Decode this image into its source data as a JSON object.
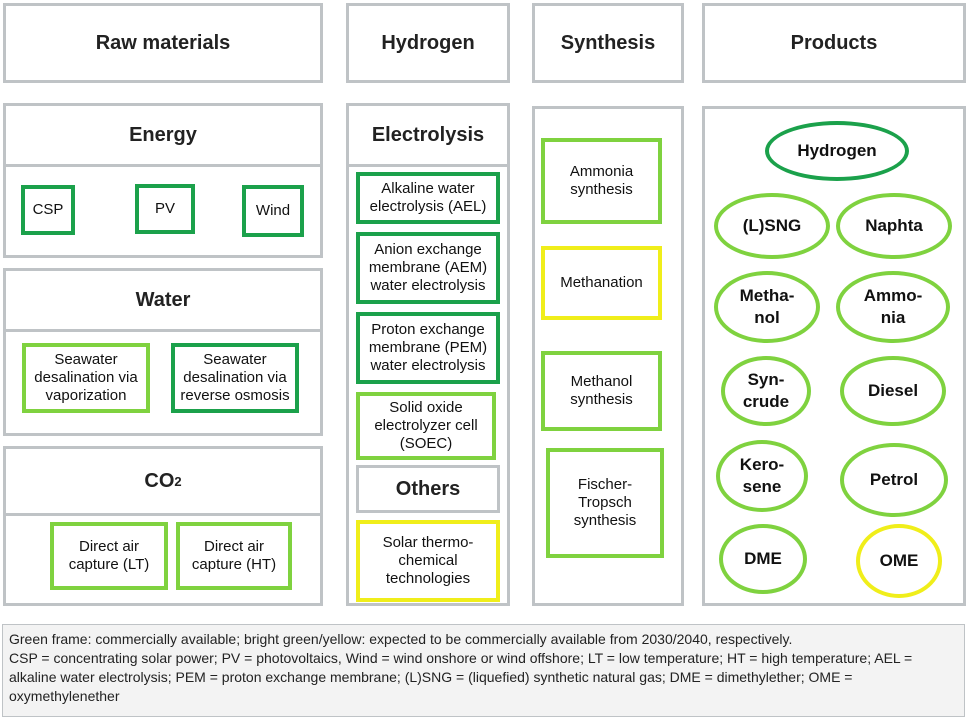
{
  "columns": {
    "raw_materials": "Raw materials",
    "hydrogen": "Hydrogen",
    "synthesis": "Synthesis",
    "products": "Products"
  },
  "energy": {
    "title": "Energy",
    "items": [
      "CSP",
      "PV",
      "Wind"
    ]
  },
  "water": {
    "title": "Water",
    "items": [
      "Seawater\ndesalination via\nvaporization",
      "Seawater\ndesalination via\nreverse osmosis"
    ]
  },
  "co2": {
    "title_main": "CO",
    "title_sub": "2",
    "items": [
      "Direct air\ncapture (LT)",
      "Direct air\ncapture (HT)"
    ]
  },
  "electrolysis": {
    "title": "Electrolysis",
    "items": [
      "Alkaline water\nelectrolysis (AEL)",
      "Anion exchange\nmembrane (AEM)\nwater electrolysis",
      "Proton exchange\nmembrane (PEM)\nwater electrolysis",
      "Solid oxide\nelectrolyzer cell\n(SOEC)"
    ]
  },
  "others": {
    "title": "Others",
    "items": [
      "Solar thermo-\nchemical\ntechnologies"
    ]
  },
  "synthesis_items": [
    "Ammonia\nsynthesis",
    "Methanation",
    "Methanol\nsynthesis",
    "Fischer-\nTropsch\nsynthesis"
  ],
  "products_list": [
    "Hydrogen",
    "(L)SNG",
    "Naphta",
    "Metha-\nnol",
    "Ammo-\nnia",
    "Syn-\ncrude",
    "Diesel",
    "Kero-\nsene",
    "Petrol",
    "DME",
    "OME"
  ],
  "legend": {
    "line1": "Green frame: commercially available; bright green/yellow: expected to be commercially available from 2030/2040, respectively.",
    "line2": "CSP = concentrating solar power; PV = photovoltaics, Wind = wind onshore or wind offshore; LT = low temperature; HT = high temperature; AEL = alkaline water electrolysis; PEM = proton exchange membrane; (L)SNG = (liquefied) synthetic natural gas; DME = dimethylether; OME = oxymethylenether"
  },
  "colors": {
    "frame_gray": "#bfc3c6",
    "commercial_green": "#1ba14b",
    "bright_green": "#7fd23f",
    "yellow": "#f0ee1a"
  }
}
